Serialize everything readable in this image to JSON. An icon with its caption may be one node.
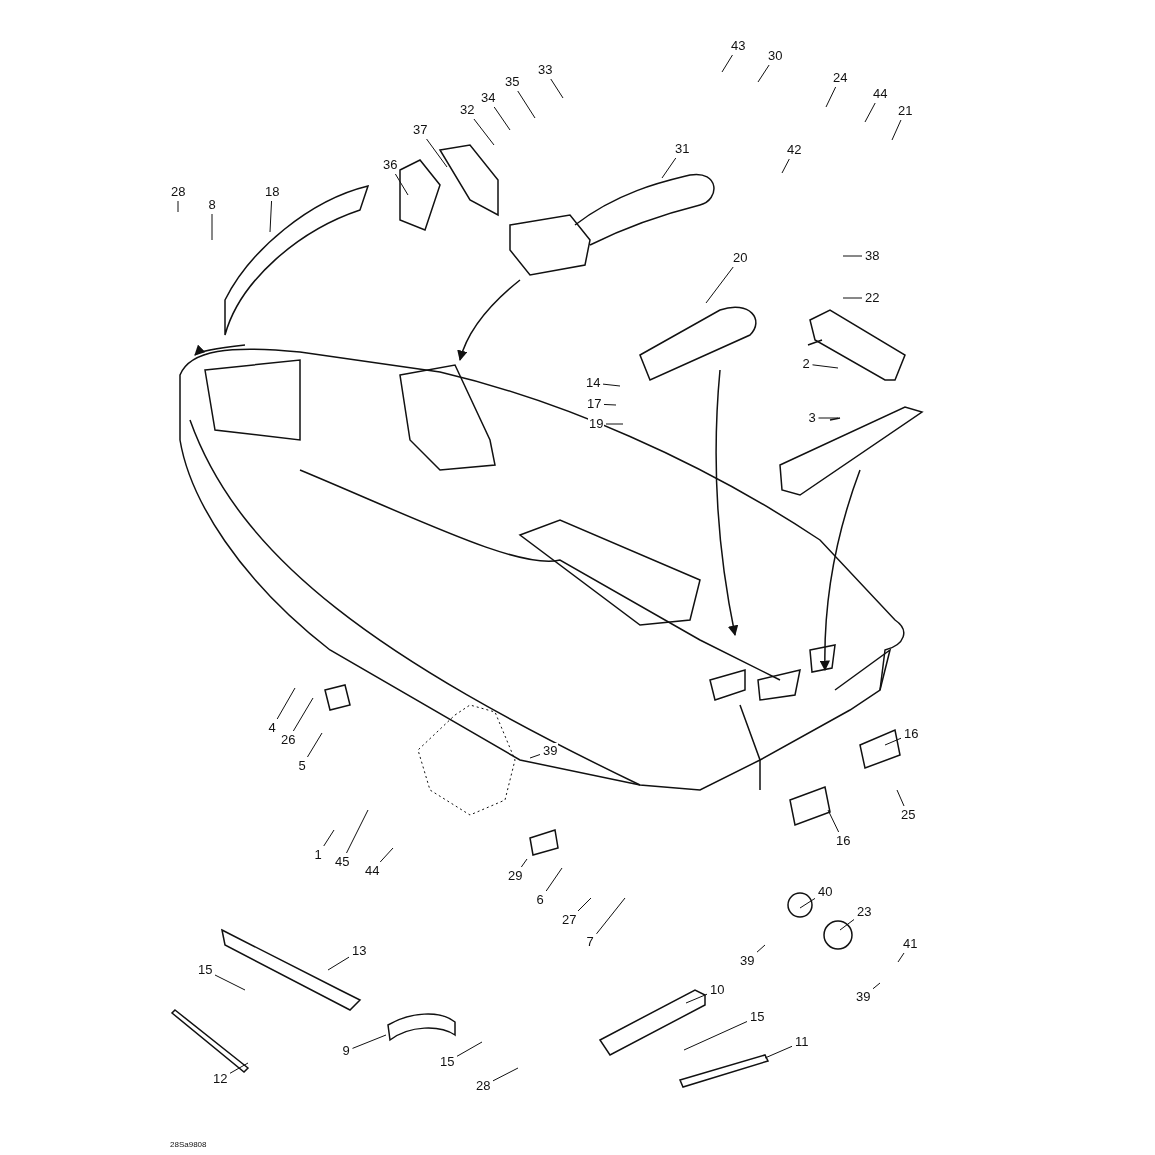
{
  "diagram": {
    "nodes": [
      {
        "text": [
          "33"
        ]
      },
      {
        "text": [
          "43"
        ]
      },
      {
        "text": [
          "30"
        ]
      },
      {
        "text": [
          "35"
        ]
      },
      {
        "text": [
          "24"
        ]
      },
      {
        "text": [
          "34"
        ]
      },
      {
        "text": [
          "44"
        ]
      },
      {
        "text": [
          "32"
        ]
      },
      {
        "text": [
          "21"
        ]
      },
      {
        "text": [
          "37"
        ]
      },
      {
        "text": [
          "31"
        ]
      },
      {
        "text": [
          "42"
        ]
      },
      {
        "text": [
          "36"
        ]
      },
      {
        "text": [
          "28"
        ]
      },
      {
        "text": [
          "18"
        ]
      },
      {
        "text": [
          "8"
        ]
      },
      {
        "text": [
          "20"
        ]
      },
      {
        "text": [
          "38"
        ]
      },
      {
        "text": [
          "22"
        ]
      },
      {
        "text": [
          "2"
        ]
      },
      {
        "text": [
          "14"
        ]
      },
      {
        "text": [
          "17"
        ]
      },
      {
        "text": [
          "3"
        ]
      },
      {
        "text": [
          "19"
        ]
      },
      {
        "text": [
          "4"
        ]
      },
      {
        "text": [
          "16"
        ]
      },
      {
        "text": [
          "26"
        ]
      },
      {
        "text": [
          "39"
        ]
      },
      {
        "text": [
          "5"
        ]
      },
      {
        "text": [
          "25"
        ]
      },
      {
        "text": [
          "16"
        ]
      },
      {
        "text": [
          "1"
        ]
      },
      {
        "text": [
          "45"
        ]
      },
      {
        "text": [
          "44"
        ]
      },
      {
        "text": [
          "29"
        ]
      },
      {
        "text": [
          "40"
        ]
      },
      {
        "text": [
          "6"
        ]
      },
      {
        "text": [
          "23"
        ]
      },
      {
        "text": [
          "27"
        ]
      },
      {
        "text": [
          "41"
        ]
      },
      {
        "text": [
          "7"
        ]
      },
      {
        "text": [
          "13"
        ]
      },
      {
        "text": [
          "39"
        ]
      },
      {
        "text": [
          "15"
        ]
      },
      {
        "text": [
          "10"
        ]
      },
      {
        "text": [
          "39"
        ]
      },
      {
        "text": [
          "15"
        ]
      },
      {
        "text": [
          "11"
        ]
      },
      {
        "text": [
          "9"
        ]
      },
      {
        "text": [
          "15"
        ]
      },
      {
        "text": [
          "12"
        ]
      },
      {
        "text": [
          "28"
        ]
      }
    ],
    "edges": [
      {
        "from": 0,
        "to": null,
        "arrow": "none"
      },
      {
        "from": 1,
        "to": null,
        "arrow": "none"
      },
      {
        "from": 2,
        "to": null,
        "arrow": "none"
      },
      {
        "from": 3,
        "to": null,
        "arrow": "none"
      },
      {
        "from": 4,
        "to": null,
        "arrow": "none"
      },
      {
        "from": 5,
        "to": null,
        "arrow": "none"
      },
      {
        "from": 6,
        "to": null,
        "arrow": "none"
      },
      {
        "from": 7,
        "to": null,
        "arrow": "none"
      },
      {
        "from": 8,
        "to": null,
        "arrow": "none"
      },
      {
        "from": 9,
        "to": null,
        "arrow": "none"
      },
      {
        "from": 10,
        "to": null,
        "arrow": "none"
      },
      {
        "from": 11,
        "to": null,
        "arrow": "none"
      },
      {
        "from": 12,
        "to": null,
        "arrow": "none"
      },
      {
        "from": 13,
        "to": null,
        "arrow": "none"
      },
      {
        "from": 14,
        "to": null,
        "arrow": "none"
      },
      {
        "from": 15,
        "to": null,
        "arrow": "none"
      },
      {
        "from": 16,
        "to": null,
        "arrow": "none"
      },
      {
        "from": 17,
        "to": null,
        "arrow": "none"
      },
      {
        "from": 18,
        "to": null,
        "arrow": "none"
      },
      {
        "from": 19,
        "to": null,
        "arrow": "none"
      },
      {
        "from": 20,
        "to": null,
        "arrow": "none"
      },
      {
        "from": 21,
        "to": null,
        "arrow": "none"
      },
      {
        "from": 22,
        "to": null,
        "arrow": "none"
      },
      {
        "from": 23,
        "to": null,
        "arrow": "none"
      },
      {
        "from": 24,
        "to": null,
        "arrow": "none"
      },
      {
        "from": 25,
        "to": null,
        "arrow": "none"
      },
      {
        "from": 26,
        "to": null,
        "arrow": "none"
      },
      {
        "from": 27,
        "to": null,
        "arrow": "none"
      },
      {
        "from": 28,
        "to": null,
        "arrow": "none"
      },
      {
        "from": 29,
        "to": null,
        "arrow": "none"
      },
      {
        "from": 30,
        "to": null,
        "arrow": "none"
      },
      {
        "from": 31,
        "to": null,
        "arrow": "none"
      },
      {
        "from": 32,
        "to": null,
        "arrow": "none"
      },
      {
        "from": 33,
        "to": null,
        "arrow": "none"
      },
      {
        "from": 34,
        "to": null,
        "arrow": "none"
      },
      {
        "from": 35,
        "to": null,
        "arrow": "none"
      },
      {
        "from": 36,
        "to": null,
        "arrow": "none"
      },
      {
        "from": 37,
        "to": null,
        "arrow": "none"
      },
      {
        "from": 38,
        "to": null,
        "arrow": "none"
      },
      {
        "from": 39,
        "to": null,
        "arrow": "none"
      },
      {
        "from": 40,
        "to": null,
        "arrow": "none"
      },
      {
        "from": 41,
        "to": null,
        "arrow": "none"
      },
      {
        "from": 42,
        "to": null,
        "arrow": "none"
      },
      {
        "from": 43,
        "to": null,
        "arrow": "none"
      },
      {
        "from": 44,
        "to": null,
        "arrow": "none"
      },
      {
        "from": 45,
        "to": null,
        "arrow": "none"
      },
      {
        "from": 46,
        "to": null,
        "arrow": "none"
      },
      {
        "from": 47,
        "to": null,
        "arrow": "none"
      },
      {
        "from": 48,
        "to": null,
        "arrow": "none"
      },
      {
        "from": 49,
        "to": null,
        "arrow": "none"
      },
      {
        "from": 50,
        "to": null,
        "arrow": "none"
      },
      {
        "from": 51,
        "to": null,
        "arrow": "none"
      }
    ],
    "labels": [
      "28Sa9808"
    ]
  }
}
